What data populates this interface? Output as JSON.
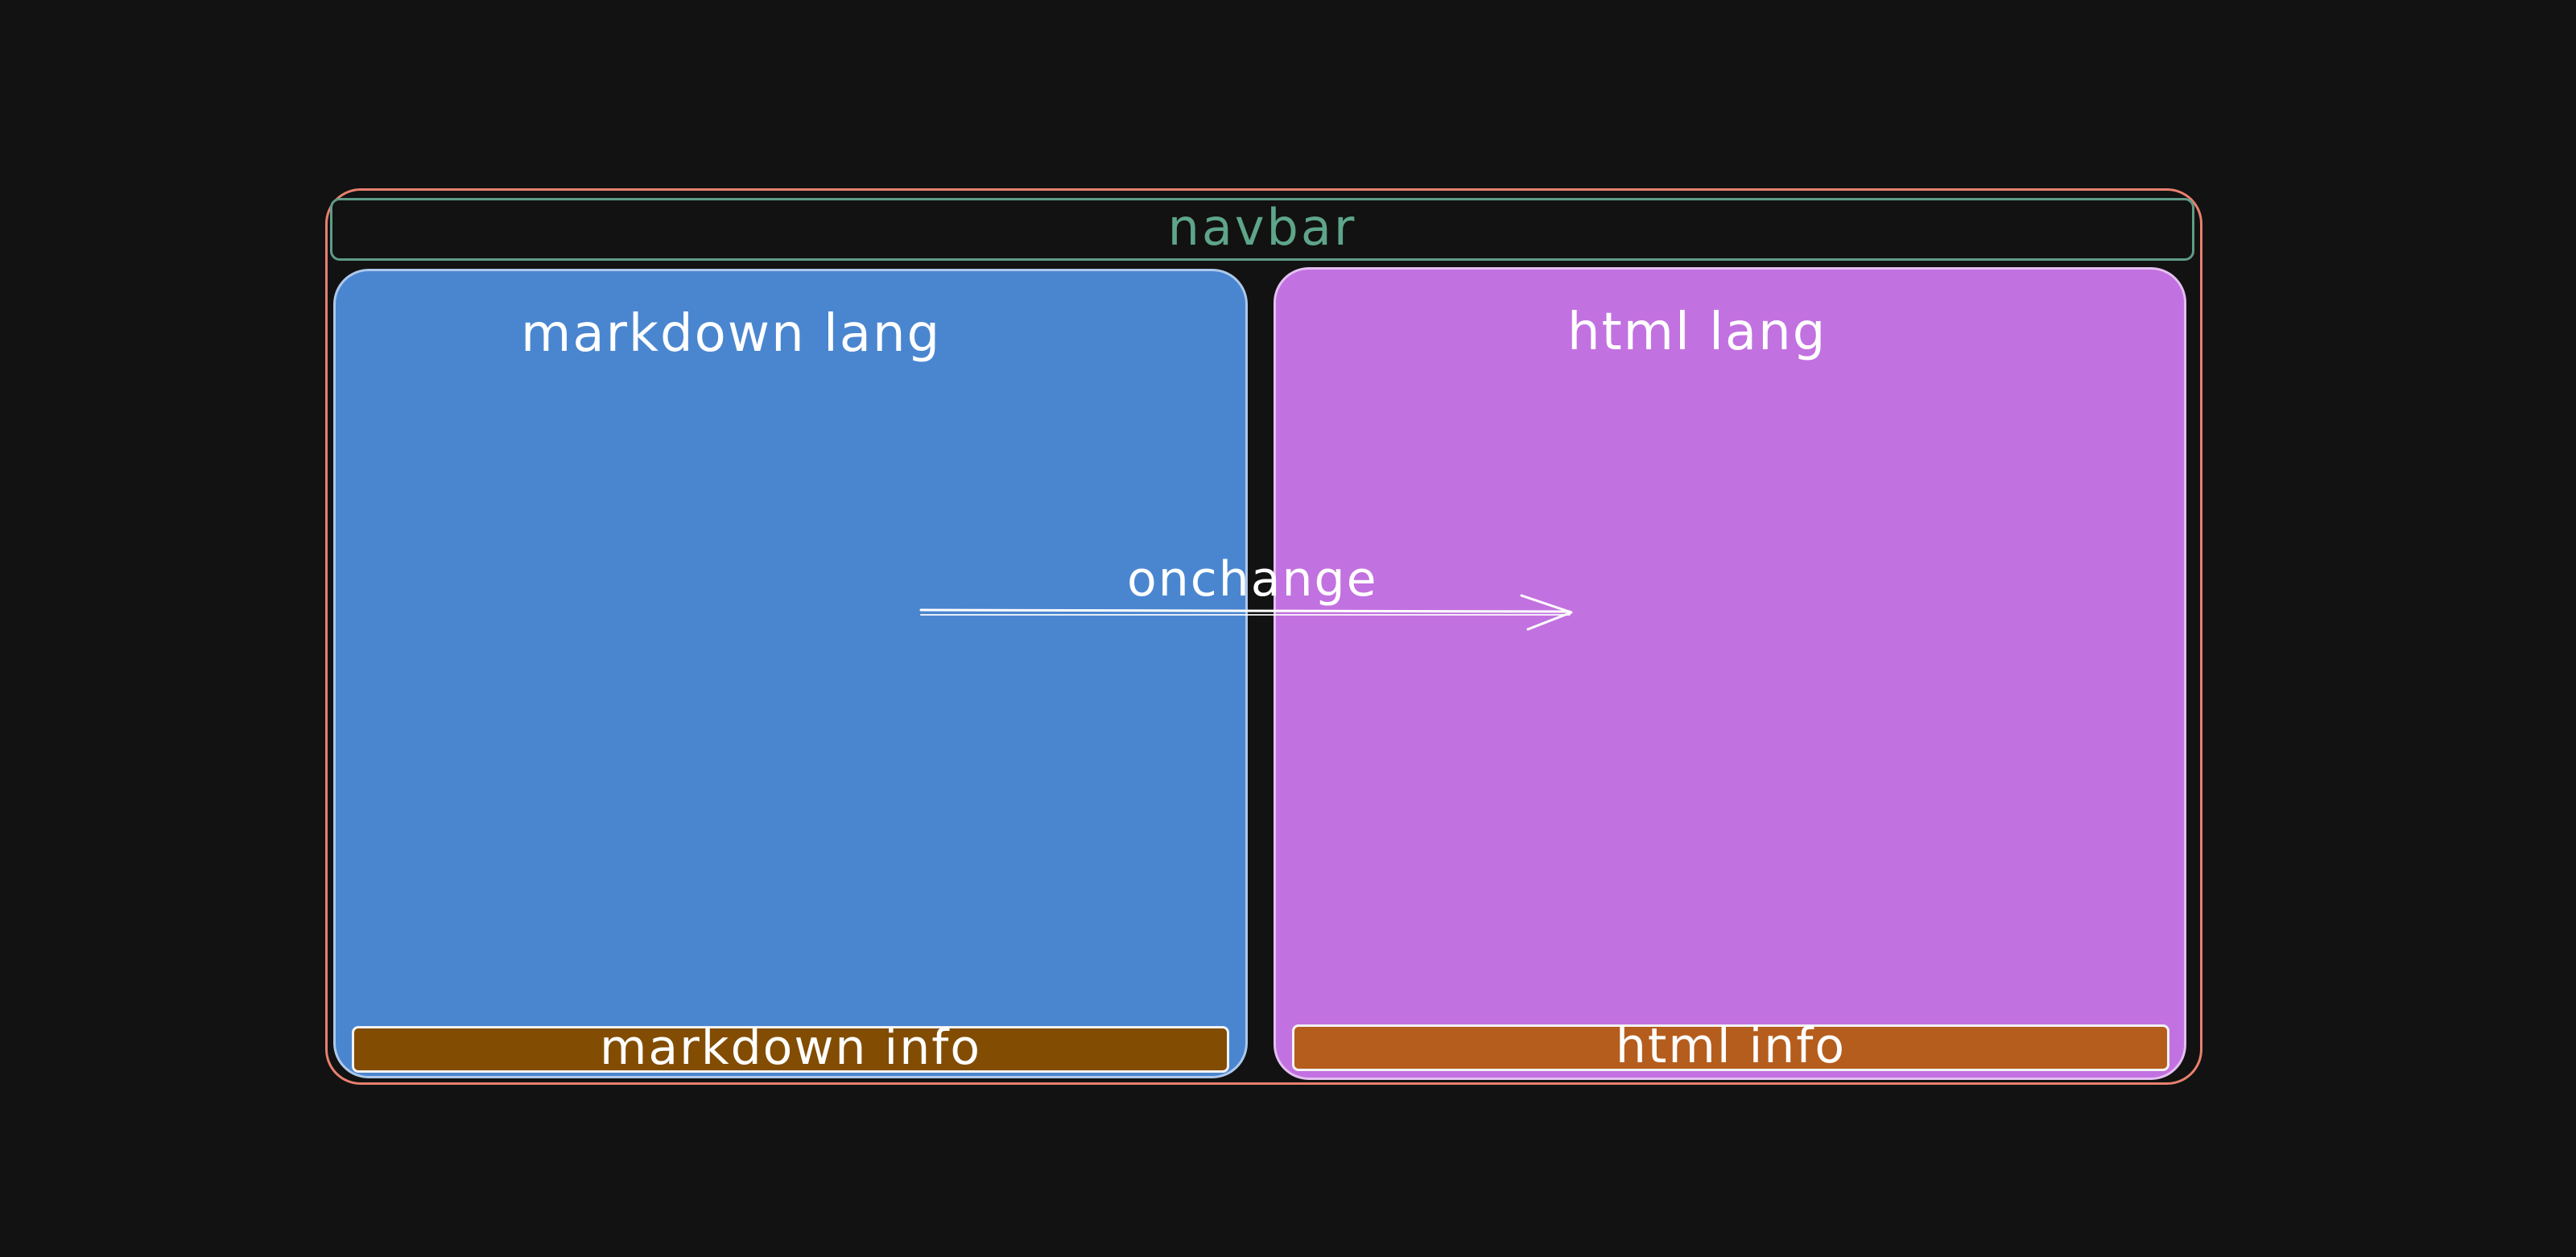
{
  "navbar": {
    "label": "navbar"
  },
  "panels": {
    "markdown": {
      "title": "markdown lang",
      "info": "markdown info"
    },
    "html": {
      "title": "html lang",
      "info": "html info"
    }
  },
  "connector": {
    "label": "onchange"
  },
  "colors": {
    "background": "#121212",
    "frame": "#e8806f",
    "navbar_stroke": "#5e9c86",
    "navbar_text": "#5ea58a",
    "markdown_panel": "#4a86d0",
    "html_panel": "#c271e0",
    "markdown_info": "#824d02",
    "html_info": "#b55d1d",
    "text": "#ffffff"
  }
}
